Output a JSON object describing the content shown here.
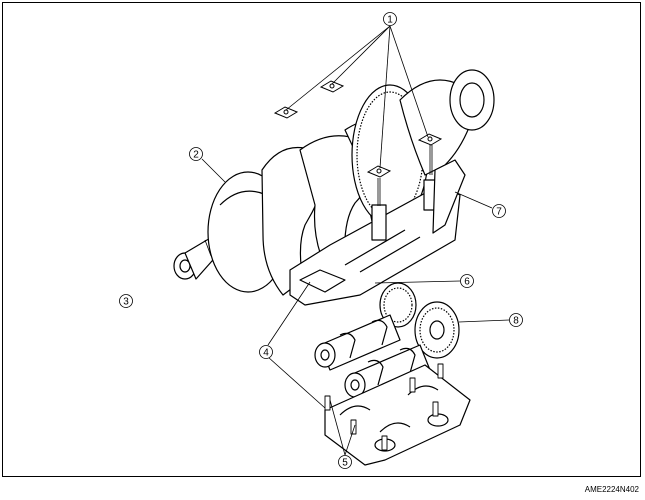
{
  "figure": {
    "reference_code": "AME2224N402",
    "callouts": [
      {
        "id": "c1",
        "label": "1"
      },
      {
        "id": "c2",
        "label": "2"
      },
      {
        "id": "c3",
        "label": "3"
      },
      {
        "id": "c4",
        "label": "4"
      },
      {
        "id": "c5",
        "label": "5"
      },
      {
        "id": "c6",
        "label": "6"
      },
      {
        "id": "c7",
        "label": "7"
      },
      {
        "id": "c8",
        "label": "8"
      }
    ]
  }
}
